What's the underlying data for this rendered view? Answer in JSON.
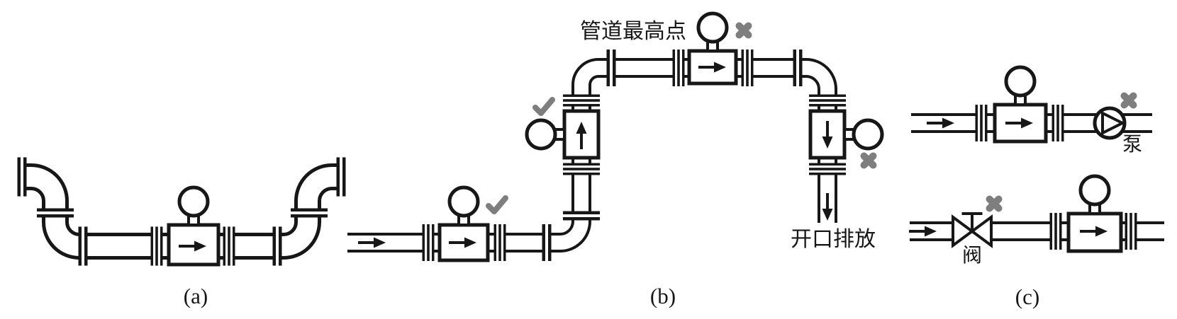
{
  "figure": {
    "panel_labels": {
      "a": "(a)",
      "b": "(b)",
      "c": "(c)"
    },
    "annotations": {
      "pipe_highest_point": "管道最高点",
      "open_discharge": "开口排放",
      "pump": "泵",
      "valve": "阀"
    },
    "icons": {
      "correct_mark": "check-icon",
      "incorrect_mark": "cross-icon",
      "transmitter": "gauge-icon",
      "pump_symbol": "pump-icon",
      "valve_symbol": "valve-icon",
      "flow_direction": "arrow-icon"
    },
    "colors": {
      "line": "#171717",
      "mark": "#7e7e7e",
      "background": "#ffffff"
    }
  }
}
